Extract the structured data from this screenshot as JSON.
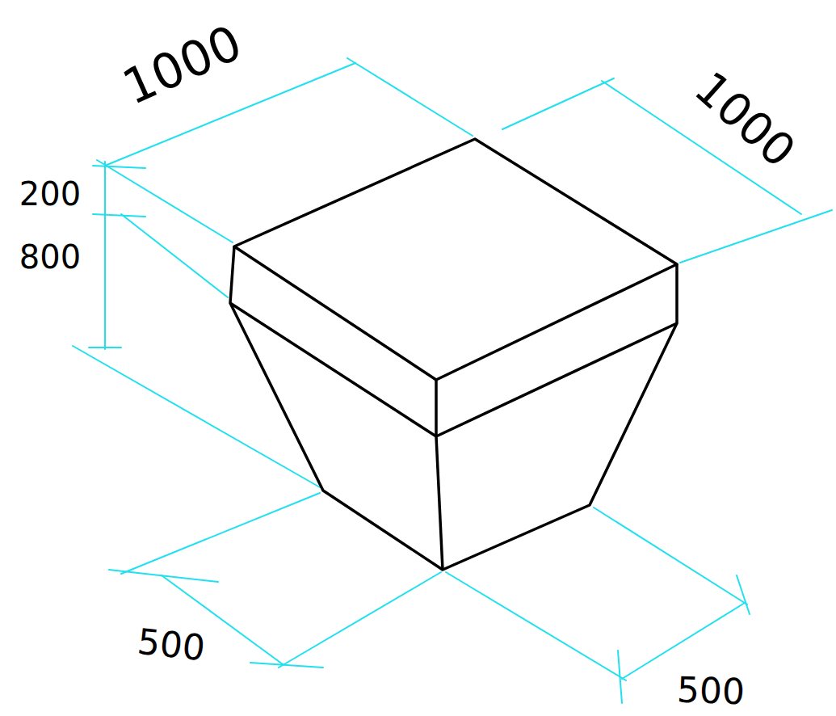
{
  "diagram": {
    "labels": [
      "1000",
      "1000",
      "200",
      "800",
      "500",
      "500"
    ]
  }
}
